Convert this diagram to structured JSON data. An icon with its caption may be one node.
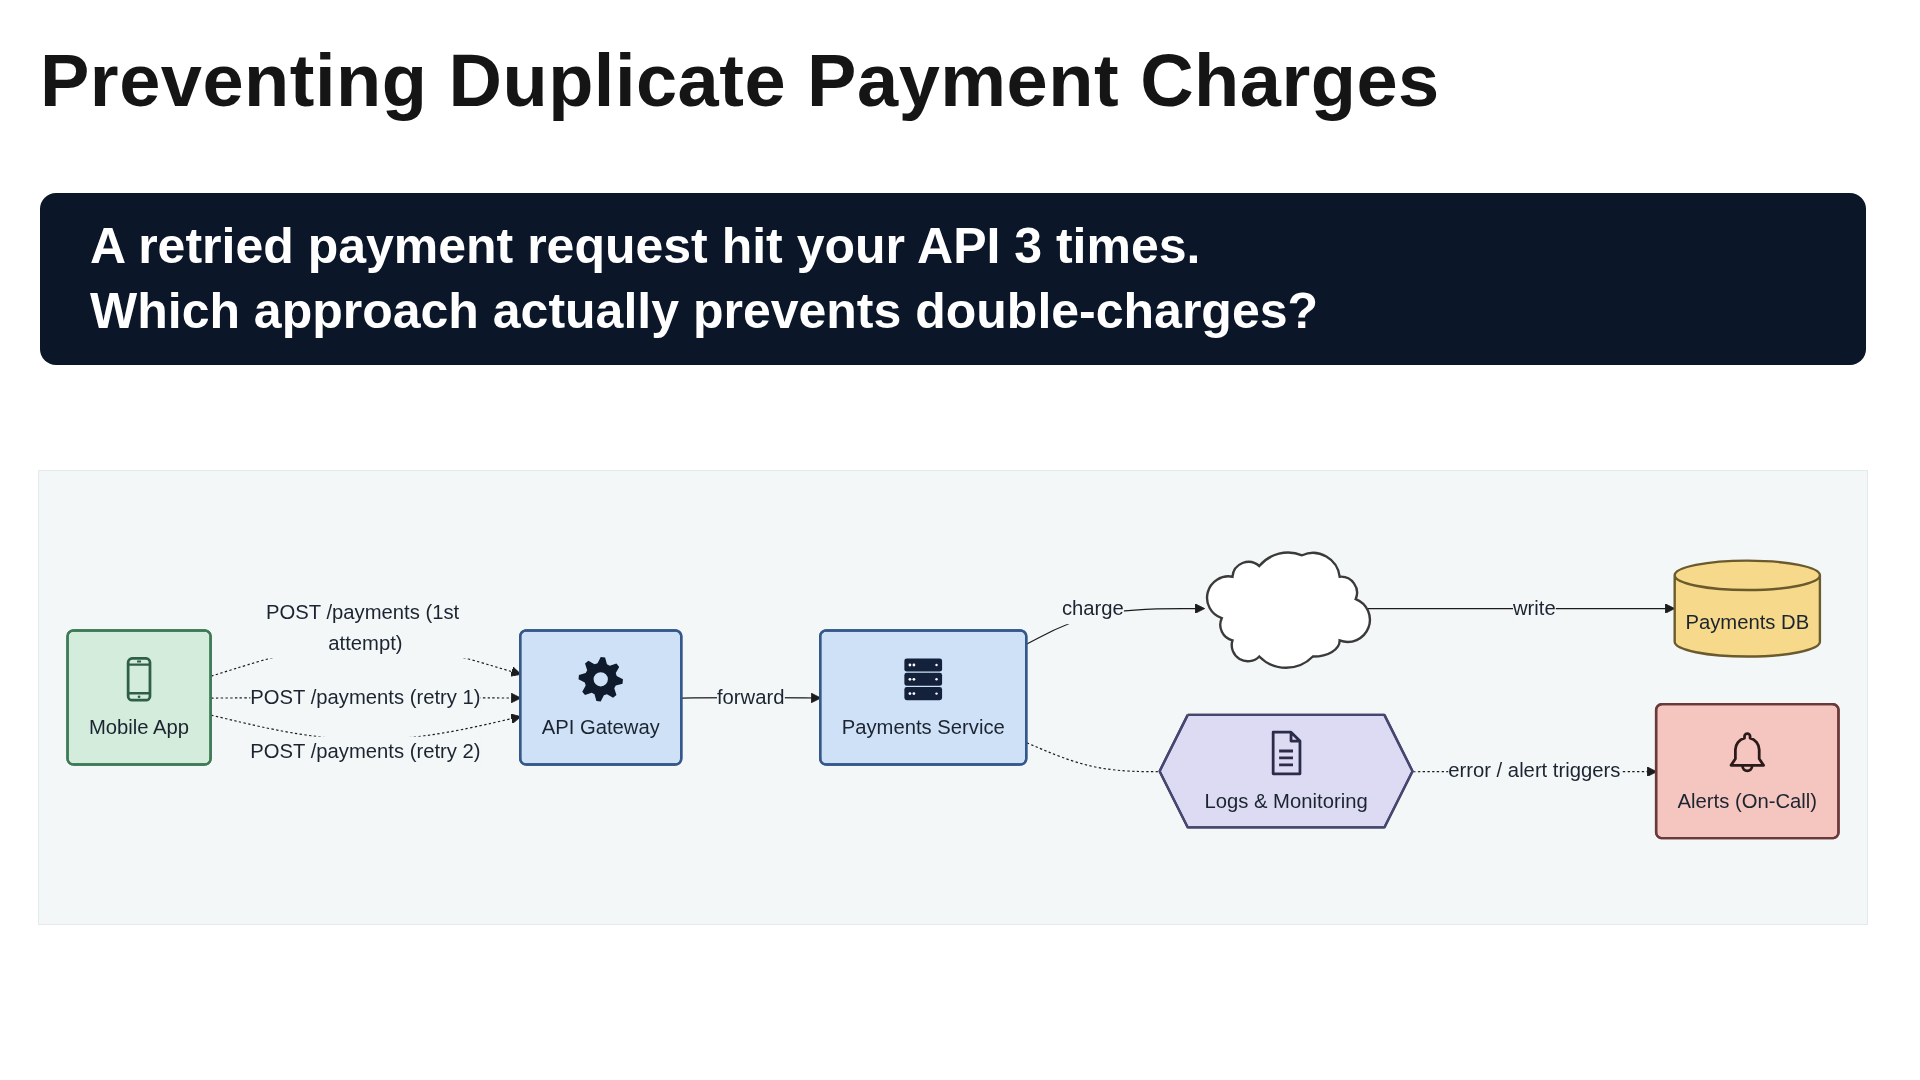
{
  "diagram": {
    "title": "Preventing Duplicate Payment Charges",
    "nodes": [
      {
        "text": [
          "Mobile App"
        ]
      },
      {
        "text": [
          "API Gateway"
        ]
      },
      {
        "text": [
          "Payments Service"
        ]
      },
      {
        "text": [],
        "shape": "cloud"
      },
      {
        "text": [
          "Payments DB"
        ]
      },
      {
        "text": [
          "Logs & Monitoring"
        ]
      },
      {
        "text": [
          "Alerts (On-Call)"
        ]
      }
    ],
    "edges": [
      {
        "from": 0,
        "to": 1,
        "arrow": "to",
        "label": "POST /payments (1st attempt)",
        "style": "dashed"
      },
      {
        "from": 0,
        "to": 1,
        "arrow": "to",
        "label": "POST /payments (retry 1)",
        "style": "dashed"
      },
      {
        "from": 0,
        "to": 1,
        "arrow": "to",
        "label": "POST /payments (retry 2)",
        "style": "dashed"
      },
      {
        "from": 1,
        "to": 2,
        "arrow": "to",
        "label": "forward"
      },
      {
        "from": 2,
        "to": 3,
        "arrow": "to",
        "label": "charge"
      },
      {
        "from": 3,
        "to": 4,
        "arrow": "to",
        "label": "write"
      },
      {
        "from": 2,
        "to": 5,
        "arrow": "none",
        "style": "dashed"
      },
      {
        "from": 5,
        "to": 6,
        "arrow": "to",
        "label": "error / alert triggers",
        "style": "dashed"
      }
    ],
    "labels": [
      "A retried payment request hit your API 3 times. Which approach actually prevents double-charges?"
    ]
  }
}
